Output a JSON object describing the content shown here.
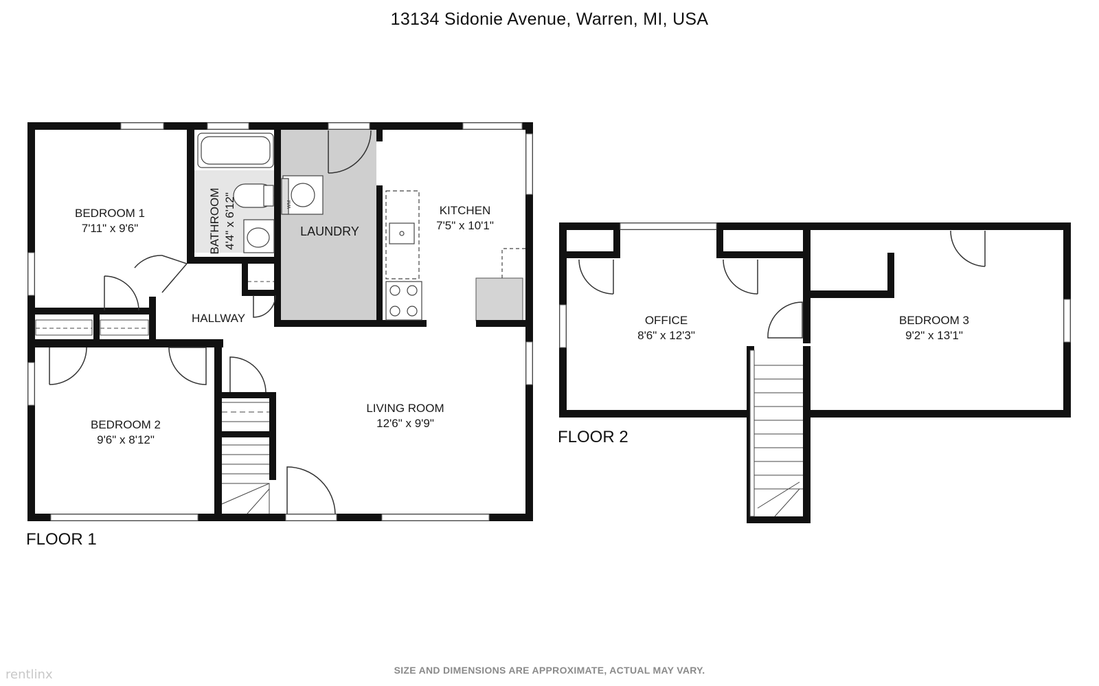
{
  "address": "13134 Sidonie Avenue, Warren, MI, USA",
  "floors": [
    {
      "label": "FLOOR 1",
      "rooms": [
        {
          "name": "BEDROOM 1",
          "size": "7'11\" x 9'6\""
        },
        {
          "name": "BATHROOM",
          "size": "4'4\" x 6'12\""
        },
        {
          "name": "LAUNDRY",
          "size": ""
        },
        {
          "name": "KITCHEN",
          "size": "7'5\" x 10'1\""
        },
        {
          "name": "HALLWAY",
          "size": ""
        },
        {
          "name": "BEDROOM 2",
          "size": "9'6\" x 8'12\""
        },
        {
          "name": "LIVING ROOM",
          "size": "12'6\" x 9'9\""
        }
      ],
      "appliance_label": "WM"
    },
    {
      "label": "FLOOR 2",
      "rooms": [
        {
          "name": "OFFICE",
          "size": "8'6\" x 12'3\""
        },
        {
          "name": "BEDROOM 3",
          "size": "9'2\" x 13'1\""
        }
      ]
    }
  ],
  "disclaimer": "SIZE AND DIMENSIONS ARE APPROXIMATE, ACTUAL MAY VARY.",
  "watermark": "rentlinx",
  "colors": {
    "wall": "#111111",
    "laundry_fill": "#cfcfcf",
    "window": "#9a9a9a"
  }
}
